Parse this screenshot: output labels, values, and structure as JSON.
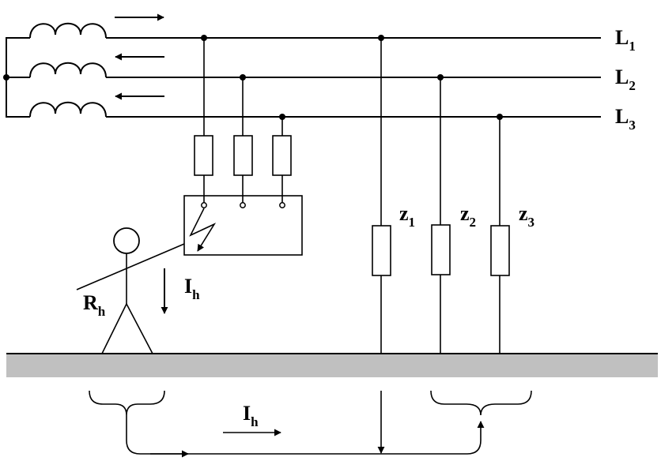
{
  "lines": [
    {
      "main": "L",
      "sub": "1"
    },
    {
      "main": "L",
      "sub": "2"
    },
    {
      "main": "L",
      "sub": "3"
    }
  ],
  "impedances": [
    {
      "main": "z",
      "sub": "1"
    },
    {
      "main": "z",
      "sub": "2"
    },
    {
      "main": "z",
      "sub": "3"
    }
  ],
  "person_resistance": {
    "main": "R",
    "sub": "h"
  },
  "body_current": {
    "main": "I",
    "sub": "h"
  },
  "ground_current": {
    "main": "I",
    "sub": "h"
  },
  "colors": {
    "ground": "#c0c0c0",
    "stroke": "#000000"
  }
}
